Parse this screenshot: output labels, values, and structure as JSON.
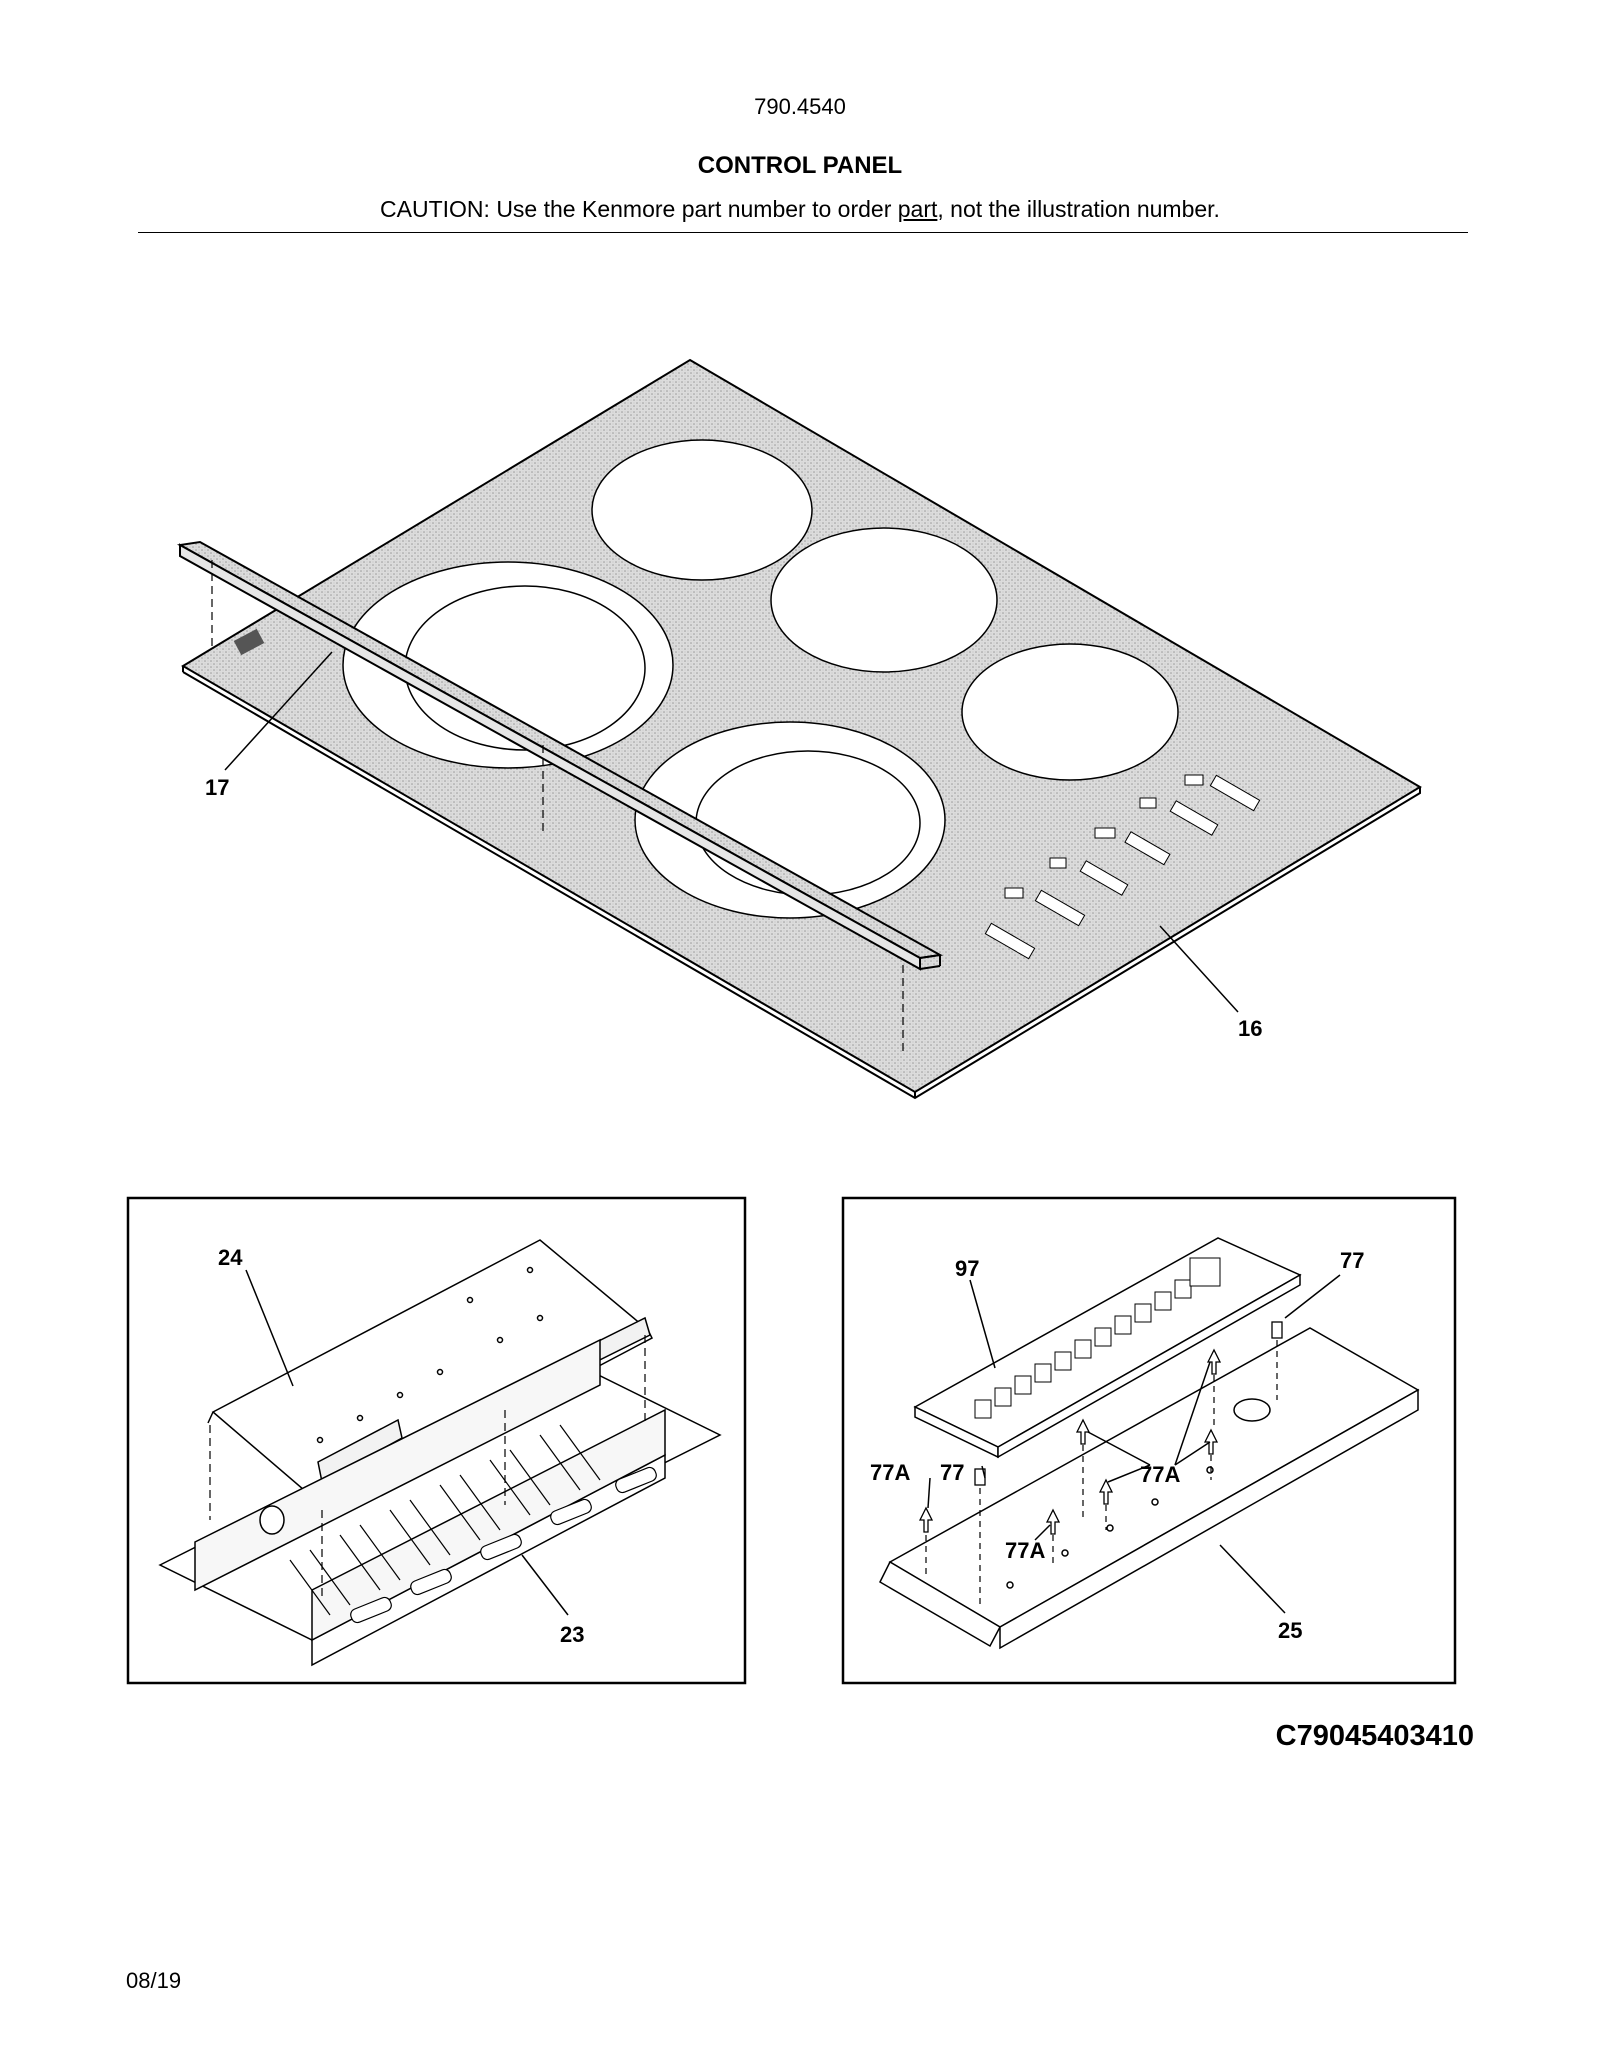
{
  "header": {
    "model_number": "790.4540",
    "section_title": "CONTROL PANEL",
    "caution_before": "CAUTION: Use the Kenmore part number to order ",
    "caution_underlined": "part",
    "caution_after": ", not the illustration number."
  },
  "callouts": {
    "cooktop_glass": "16",
    "trim_strip": "17",
    "box_bottom": "23",
    "box_cover": "24",
    "bracket": "25",
    "spacer_right": "77",
    "spacer_left": "77",
    "clip_left": "77A",
    "clip_center": "77A",
    "clip_right": "77A",
    "clip_bottom": "77A",
    "control_board": "97"
  },
  "footer": {
    "diagram_code": "C79045403410",
    "date": "08/19"
  }
}
